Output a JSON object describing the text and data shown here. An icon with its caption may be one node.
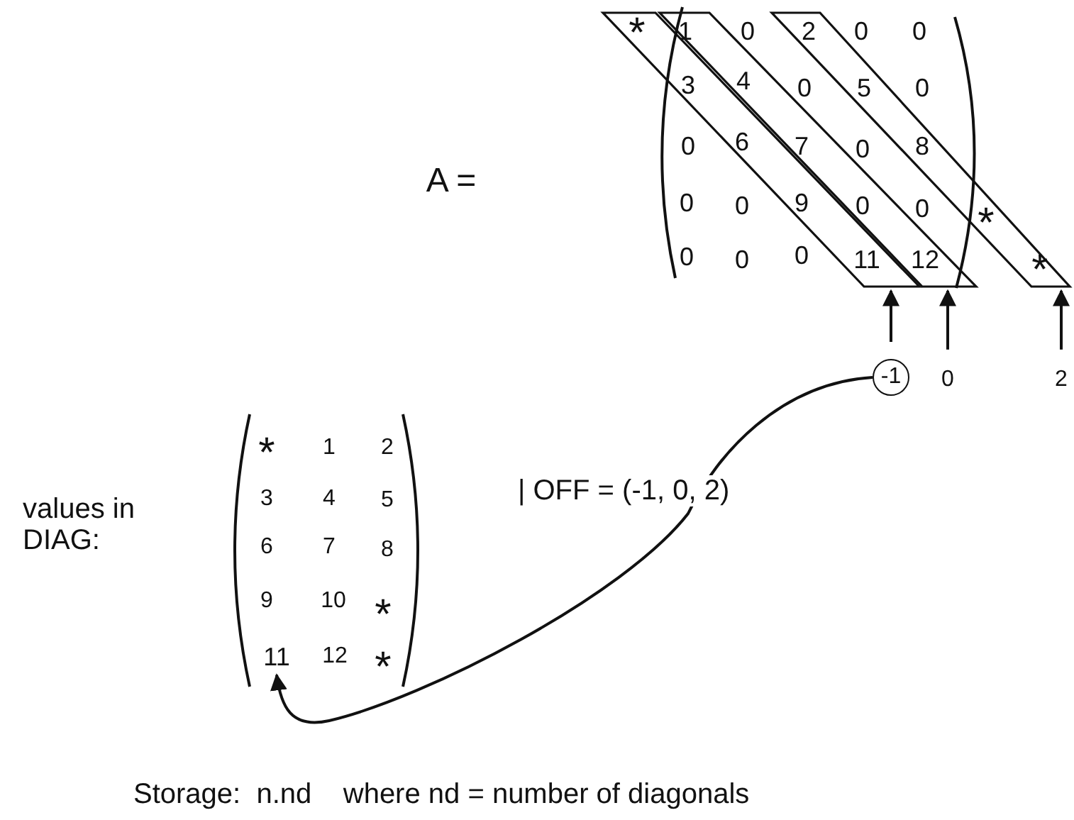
{
  "diagram": {
    "nodes": [
      {
        "text": [],
        "shape": "parallelogram"
      },
      {
        "text": [],
        "shape": "parallelogram"
      },
      {
        "text": [],
        "shape": "parallelogram"
      },
      {
        "text": [
          "-1"
        ]
      },
      {
        "text": [
          "0"
        ]
      },
      {
        "text": [
          "2"
        ]
      },
      {
        "text": [
          "11"
        ]
      }
    ],
    "edges": [
      {
        "from": 3,
        "to": 0,
        "arrow": "to"
      },
      {
        "from": 4,
        "to": 1,
        "arrow": "to"
      },
      {
        "from": 5,
        "to": 2,
        "arrow": "to"
      },
      {
        "from": 3,
        "to": 6,
        "arrow": "to"
      }
    ],
    "labels": [
      "A =",
      "*",
      "1",
      "0",
      "2",
      "0",
      "0",
      "3",
      "4",
      "0",
      "5",
      "0",
      "0",
      "6",
      "7",
      "0",
      "8",
      "0",
      "0",
      "9",
      "0",
      "0",
      "*",
      "0",
      "0",
      "0",
      "11",
      "12",
      "*",
      "values in DIAG:",
      "*",
      "1",
      "2",
      "3",
      "4",
      "5",
      "6",
      "7",
      "8",
      "9",
      "10",
      "*",
      "12",
      "*",
      "| OFF = (-1, 0, 2)",
      "Storage:  n.nd    where nd = number of diagonals"
    ]
  }
}
